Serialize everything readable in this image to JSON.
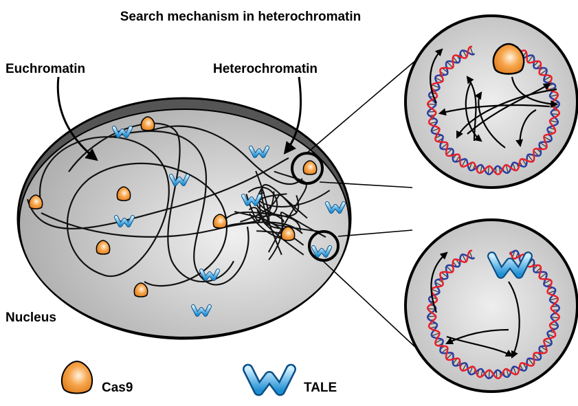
{
  "title": "Search mechanism in heterochromatin",
  "labels": {
    "euchromatin": "Euchromatin",
    "heterochromatin": "Heterochromatin",
    "nucleus": "Nucleus"
  },
  "legend": [
    {
      "icon": "cas9-protein-icon",
      "label": "Cas9"
    },
    {
      "icon": "tale-protein-icon",
      "label": "TALE"
    }
  ],
  "colors": {
    "cas9": "#f5a04a",
    "tale": "#3fa9e0",
    "dna_strand_a": "#e8202a",
    "dna_strand_b": "#2b3ea0",
    "nucleus_fill": "#c8c8c8"
  }
}
